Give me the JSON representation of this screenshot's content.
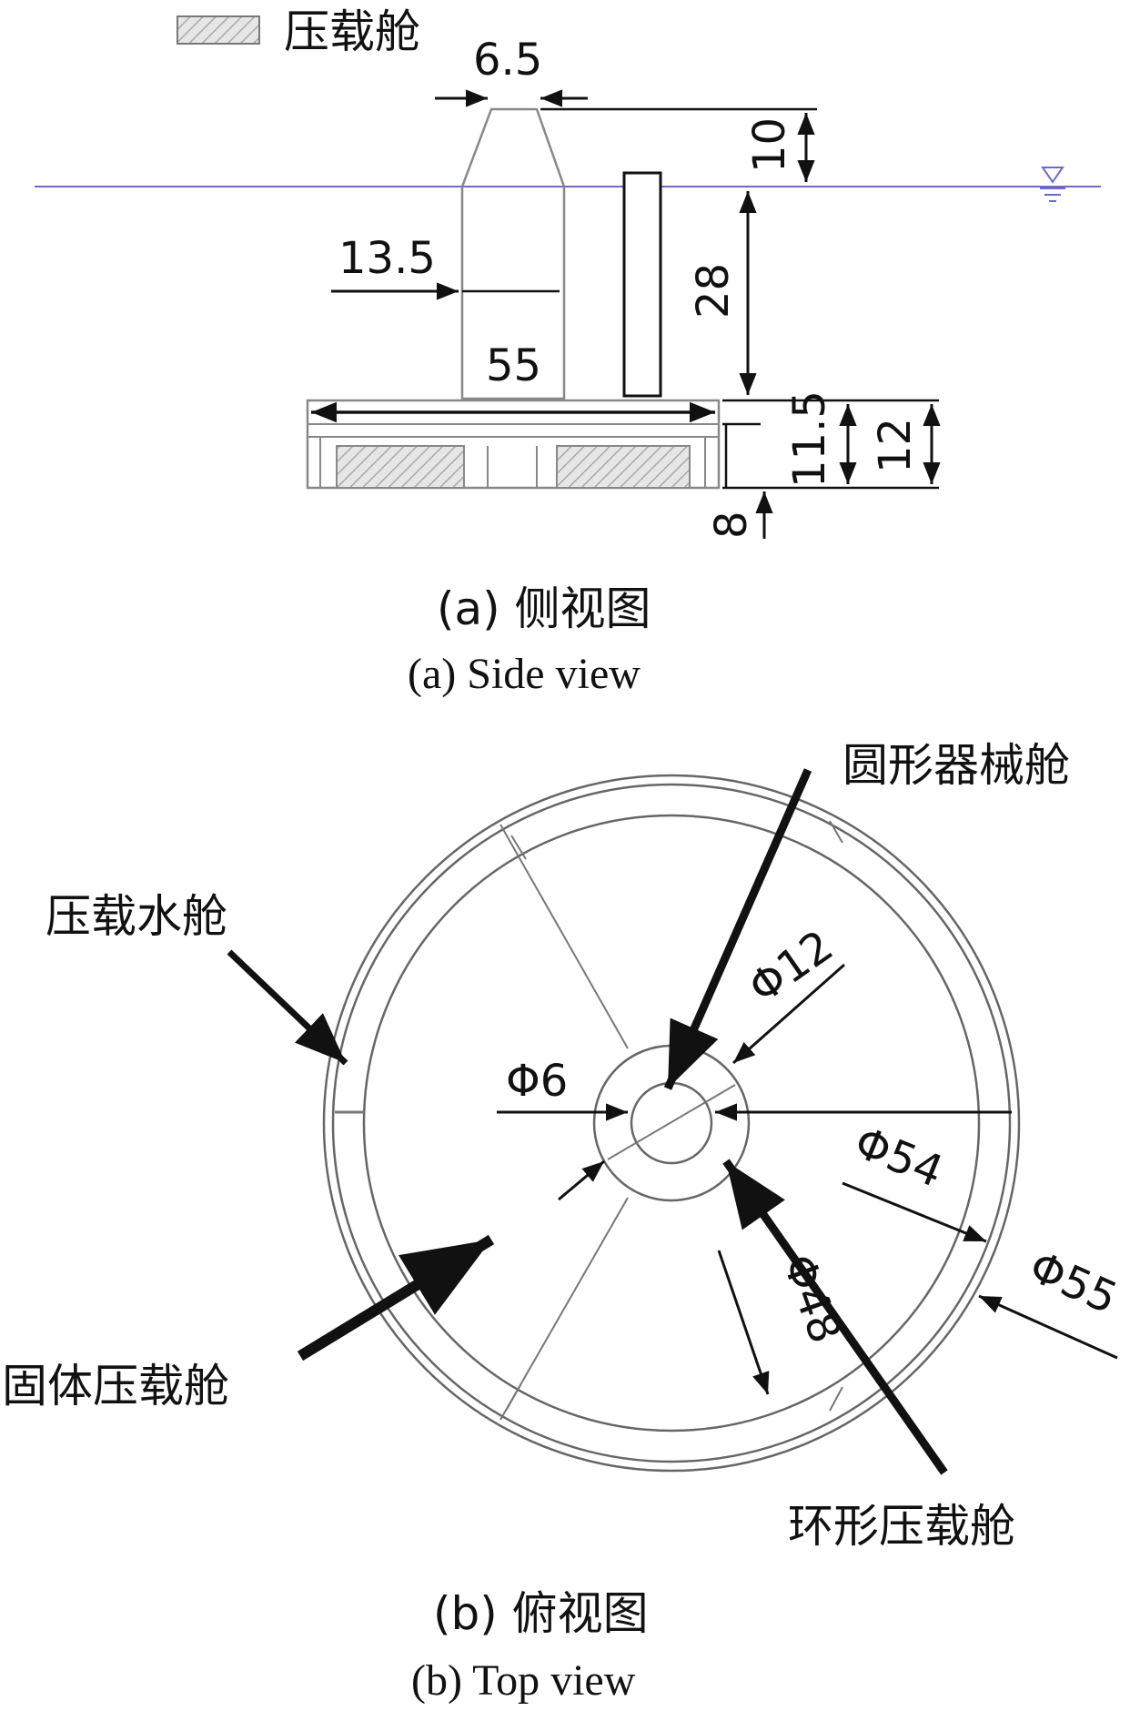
{
  "legend": {
    "label": "压载舱"
  },
  "side_view": {
    "dims": {
      "top_width": "6.5",
      "top_height": "10",
      "column_width": "13.5",
      "column_height": "28",
      "base_width": "55",
      "base_height_inner": "11.5",
      "base_height_outer": "12",
      "bottom_offset": "8"
    },
    "caption_cn": "(a) 侧视图",
    "caption_en": "(a) Side view"
  },
  "top_view": {
    "labels": {
      "instrument": "圆形器械舱",
      "water_ballast": "压载水舱",
      "solid_ballast": "固体压载舱",
      "ring_ballast": "环形压载舱"
    },
    "dims": {
      "d12": "Φ12",
      "d6": "Φ6",
      "d54": "Φ54",
      "d48": "Φ48",
      "d55": "Φ55"
    },
    "caption_cn": "(b) 俯视图",
    "caption_en": "(b) Top view"
  },
  "colors": {
    "waterline": "#6a6ad0",
    "line": "#111111",
    "outline": "#555555",
    "hatch": "#bdbdbd"
  }
}
